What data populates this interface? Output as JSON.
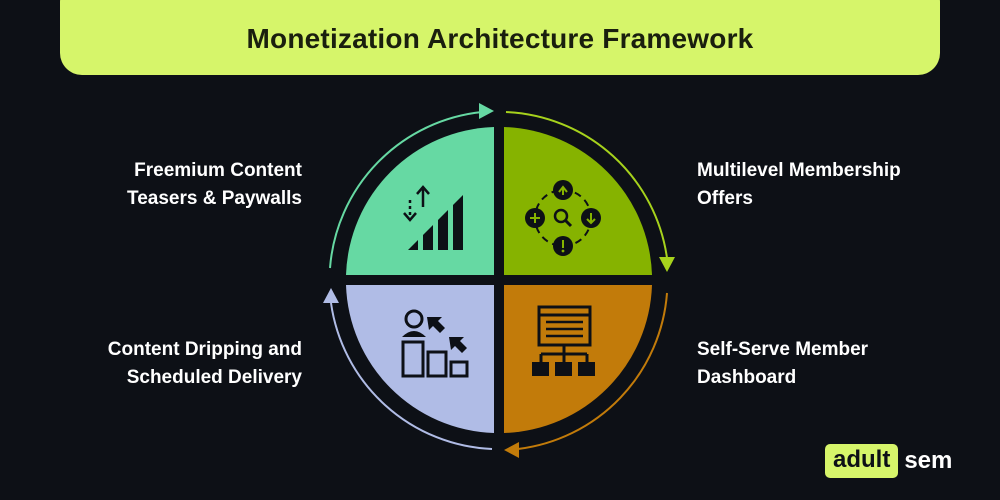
{
  "title": "Monetization Architecture Framework",
  "quadrants": [
    {
      "position": "top-left",
      "lines": [
        "Freemium Content",
        "Teasers & Paywalls"
      ],
      "color": "#66d9a3",
      "arrow_color": "#66d9a3",
      "icon": "growth-bars-icon"
    },
    {
      "position": "top-right",
      "lines": [
        "Multilevel Membership",
        "Offers"
      ],
      "color": "#86b300",
      "arrow_color": "#a6d21c",
      "icon": "search-hub-icon"
    },
    {
      "position": "bottom-right",
      "lines": [
        "Self-Serve Member",
        "Dashboard"
      ],
      "color": "#c27b0a",
      "arrow_color": "#c27b0a",
      "icon": "hierarchy-window-icon"
    },
    {
      "position": "bottom-left",
      "lines": [
        "Content Dripping and",
        "Scheduled Delivery"
      ],
      "color": "#b0bce6",
      "arrow_color": "#b0bce6",
      "icon": "user-progress-icon"
    }
  ],
  "logo": {
    "part1": "adult",
    "part2": "sem",
    "accent": "#d6f56a"
  }
}
